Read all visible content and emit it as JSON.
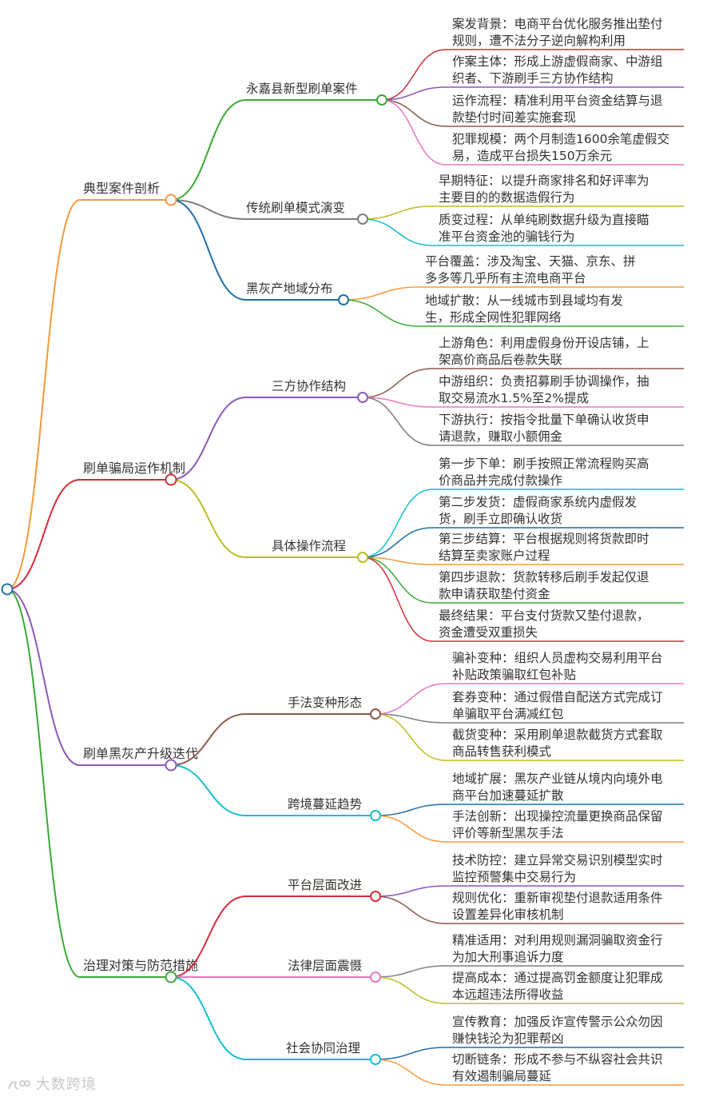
{
  "branches": [
    {
      "label": "典型案件剖析",
      "color": "#f59a3a",
      "children": [
        {
          "label": "永嘉县新型刷单案件",
          "color": "#3aaa35",
          "leaves": [
            {
              "lines": [
                "案发背景：电商平台优化服务推出垫付",
                "规则，遭不法分子逆向解构利用"
              ],
              "color": "#d62d3a"
            },
            {
              "lines": [
                "作案主体：形成上游虚假商家、中游组",
                "织者、下游刷手三方协作结构"
              ],
              "color": "#8e57b9"
            },
            {
              "lines": [
                "运作流程：精准利用平台资金结算与退",
                "款垫付时间差实施套现"
              ],
              "color": "#8c5a4c"
            },
            {
              "lines": [
                "犯罪规模：两个月制造1600余笔虚假交",
                "易，造成平台损失150万余元"
              ],
              "color": "#e57ac2"
            }
          ]
        },
        {
          "label": "传统刷单模式演变",
          "color": "#7f7f7f",
          "leaves": [
            {
              "lines": [
                "早期特征：以提升商家排名和好评率为",
                "主要目的的数据造假行为"
              ],
              "color": "#bcbd22"
            },
            {
              "lines": [
                "质变过程：从单纯刷数据升级为直接瞄",
                "准平台资金池的骗钱行为"
              ],
              "color": "#17becf"
            }
          ]
        },
        {
          "label": "黑灰产地域分布",
          "color": "#1f6fa8",
          "leaves": [
            {
              "lines": [
                "平台覆盖：涉及淘宝、天猫、京东、拼",
                "多多等几乎所有主流电商平台"
              ],
              "color": "#f59a3a"
            },
            {
              "lines": [
                "地域扩散：从一线城市到县域均有发",
                "生，形成全网性犯罪网络"
              ],
              "color": "#3aaa35"
            }
          ]
        }
      ]
    },
    {
      "label": "刷单骗局运作机制",
      "color": "#d62d3a",
      "children": [
        {
          "label": "三方协作结构",
          "color": "#8e57b9",
          "leaves": [
            {
              "lines": [
                "上游角色：利用虚假身份开设店铺，上",
                "架高价商品后卷款失联"
              ],
              "color": "#8c5a4c"
            },
            {
              "lines": [
                "中游组织：负责招募刷手协调操作，抽",
                "取交易流水1.5%至2%提成"
              ],
              "color": "#e57ac2"
            },
            {
              "lines": [
                "下游执行：按指令批量下单确认收货申",
                "请退款，赚取小额佣金"
              ],
              "color": "#7f7f7f"
            }
          ]
        },
        {
          "label": "具体操作流程",
          "color": "#bcbd22",
          "leaves": [
            {
              "lines": [
                "第一步下单：刷手按照正常流程购买高",
                "价商品并完成付款操作"
              ],
              "color": "#17becf"
            },
            {
              "lines": [
                "第二步发货：虚假商家系统内虚假发",
                "货，刷手立即确认收货"
              ],
              "color": "#1f6fa8"
            },
            {
              "lines": [
                "第三步结算：平台根据规则将货款即时",
                "结算至卖家账户过程"
              ],
              "color": "#f59a3a"
            },
            {
              "lines": [
                "第四步退款：货款转移后刷手发起仅退",
                "款申请获取垫付资金"
              ],
              "color": "#3aaa35"
            },
            {
              "lines": [
                "最终结果：平台支付货款又垫付退款，",
                "资金遭受双重损失"
              ],
              "color": "#d62d3a"
            }
          ]
        }
      ]
    },
    {
      "label": "刷单黑灰产升级迭代",
      "color": "#8e57b9",
      "children": [
        {
          "label": "手法变种形态",
          "color": "#8c5a4c",
          "leaves": [
            {
              "lines": [
                "骗补变种：组织人员虚构交易利用平台",
                "补贴政策骗取红包补贴"
              ],
              "color": "#e57ac2"
            },
            {
              "lines": [
                "套券变种：通过假借自配送方式完成订",
                "单骗取平台满减红包"
              ],
              "color": "#7f7f7f"
            },
            {
              "lines": [
                "截货变种：采用刷单退款截货方式套取",
                "商品转售获利模式"
              ],
              "color": "#bcbd22"
            }
          ]
        },
        {
          "label": "跨境蔓延趋势",
          "color": "#17becf",
          "leaves": [
            {
              "lines": [
                "地域扩展：黑灰产业链从境内向境外电",
                "商平台加速蔓延扩散"
              ],
              "color": "#1f6fa8"
            },
            {
              "lines": [
                "手法创新：出现操控流量更换商品保留",
                "评价等新型黑灰手法"
              ],
              "color": "#f59a3a"
            }
          ]
        }
      ]
    },
    {
      "label": "治理对策与防范措施",
      "color": "#3aaa35",
      "children": [
        {
          "label": "平台层面改进",
          "color": "#d62d3a",
          "leaves": [
            {
              "lines": [
                "技术防控：建立异常交易识别模型实时",
                "监控预警集中交易行为"
              ],
              "color": "#8e57b9"
            },
            {
              "lines": [
                "规则优化：重新审视垫付退款适用条件",
                "设置差异化审核机制"
              ],
              "color": "#8c5a4c"
            }
          ]
        },
        {
          "label": "法律层面震慑",
          "color": "#e57ac2",
          "leaves": [
            {
              "lines": [
                "精准适用：对利用规则漏洞骗取资金行",
                "为加大刑事追诉力度"
              ],
              "color": "#7f7f7f"
            },
            {
              "lines": [
                "提高成本：通过提高罚金额度让犯罪成",
                "本远超违法所得收益"
              ],
              "color": "#bcbd22"
            }
          ]
        },
        {
          "label": "社会协同治理",
          "color": "#17becf",
          "leaves": [
            {
              "lines": [
                "宣传教育：加强反诈宣传警示公众勿因",
                "赚快钱沦为犯罪帮凶"
              ],
              "color": "#1f6fa8"
            },
            {
              "lines": [
                "切断链条：形成不参与不纵容社会共识",
                "有效遏制骗局蔓延"
              ],
              "color": "#f59a3a"
            }
          ]
        }
      ]
    }
  ],
  "root_color": "#1f6fa8",
  "watermark": "大数跨境"
}
